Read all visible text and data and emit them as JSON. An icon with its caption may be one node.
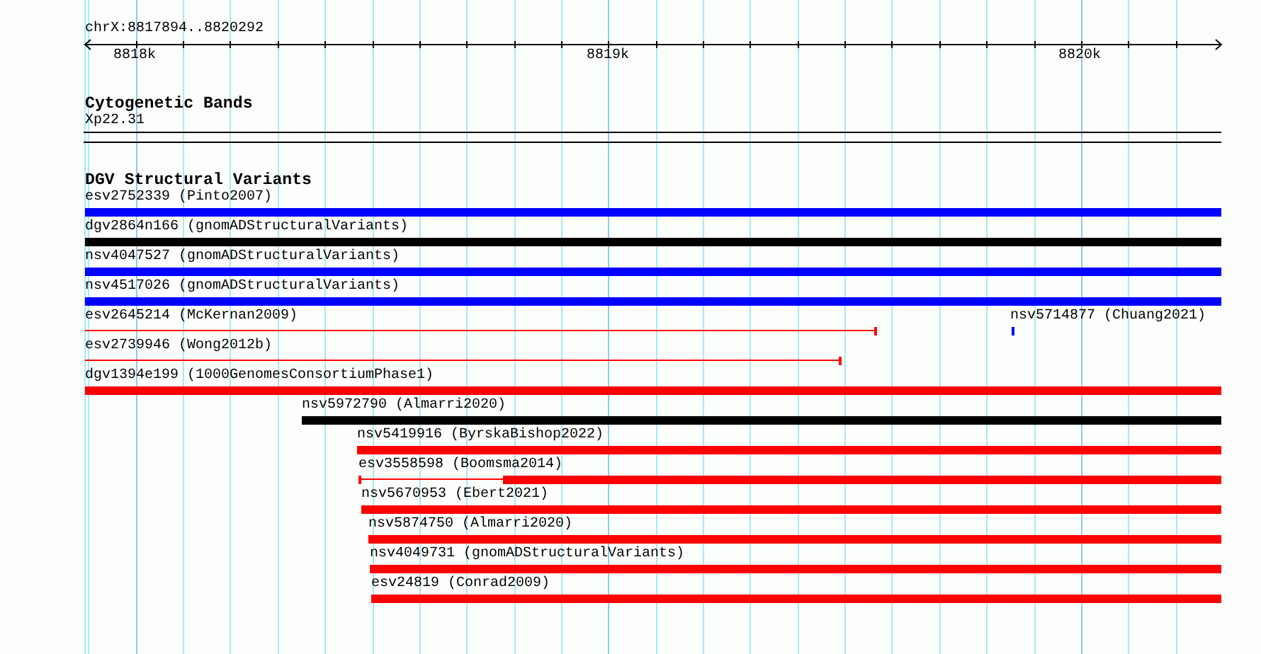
{
  "diagram": {
    "nodes": [
      {
        "text": [
          "Xp22.31"
        ]
      },
      {
        "text": [
          "esv2752339 (Pinto2007)"
        ]
      },
      {
        "text": [
          "dgv2864n166 (gnomADStructuralVariants)"
        ]
      },
      {
        "text": [
          "nsv4047527 (gnomADStructuralVariants)"
        ]
      },
      {
        "text": [
          "nsv4517026 (gnomADStructuralVariants)"
        ]
      },
      {
        "text": [
          "esv2645214 (McKernan2009)"
        ]
      },
      {
        "text": [
          "nsv5714877 (Chuang2021)"
        ]
      },
      {
        "text": [
          "esv2739946 (Wong2012b)"
        ]
      },
      {
        "text": [
          "dgv1394e199 (1000GenomesConsortiumPhase1)"
        ]
      },
      {
        "text": [
          "nsv5972790 (Almarri2020)"
        ]
      },
      {
        "text": [
          "nsv5419916 (ByrskaBishop2022)"
        ]
      },
      {
        "text": [
          "esv3558598 (Boomsma2014)"
        ]
      },
      {
        "text": [
          "nsv5670953 (Ebert2021)"
        ]
      },
      {
        "text": [
          "nsv5874750 (Almarri2020)"
        ]
      },
      {
        "text": [
          "nsv4049731 (gnomADStructuralVariants)"
        ]
      },
      {
        "text": [
          "esv24819 (Conrad2009)"
        ]
      }
    ],
    "labels": [
      "chrX:8817894..8820292",
      "8818k",
      "8819k",
      "8820k",
      "Cytogenetic Bands",
      "DGV Structural Variants"
    ]
  }
}
